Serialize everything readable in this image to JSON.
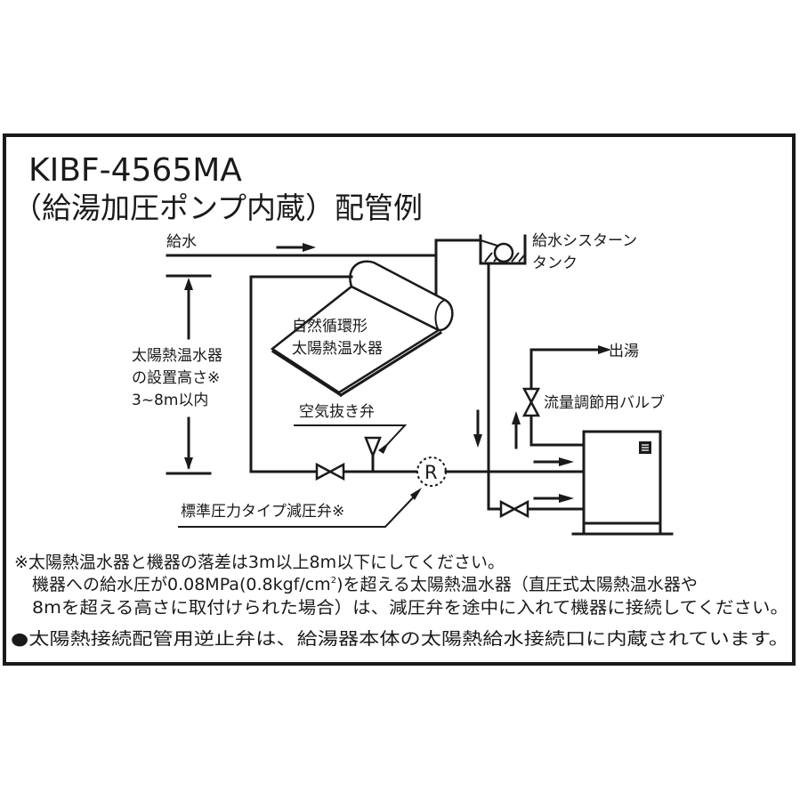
{
  "title": {
    "model": "KIBF-4565MA",
    "subtitle": "（給湯加圧ポンプ内蔵）配管例"
  },
  "labels": {
    "water_supply": "給水",
    "cistern_line1": "給水シスターン",
    "cistern_line2": "タンク",
    "collector_line1": "自然循環形",
    "collector_line2": "太陽熱温水器",
    "height_line1": "太陽熱温水器",
    "height_line2": "の設置高さ※",
    "height_line3": "3~8m以内",
    "air_vent": "空気抜き弁",
    "pressure_reducer": "標準圧力タイプ減圧弁※",
    "reducer_symbol": "R",
    "hot_water_out": "出湯",
    "flow_valve": "流量調節用バルブ"
  },
  "notes": {
    "note1_line1": "※太陽熱温水器と機器の落差は3m以上8m以下にしてください。",
    "note1_line2a": "機器への給水圧が0.08MPa(0.8kgf/cm",
    "note1_line2_sup": "2",
    "note1_line2b": ")を超える太陽熱温水器（直圧式太陽熱温水器や",
    "note1_line3": "8mを超える高さに取付けられた場合）は、減圧弁を途中に入れて機器に接続してください。",
    "note2": "●太陽熱接続配管用逆止弁は、給湯器本体の太陽熱給水接続口に内蔵されています。"
  },
  "colors": {
    "line": "#1a1a1a",
    "background": "#ffffff"
  }
}
